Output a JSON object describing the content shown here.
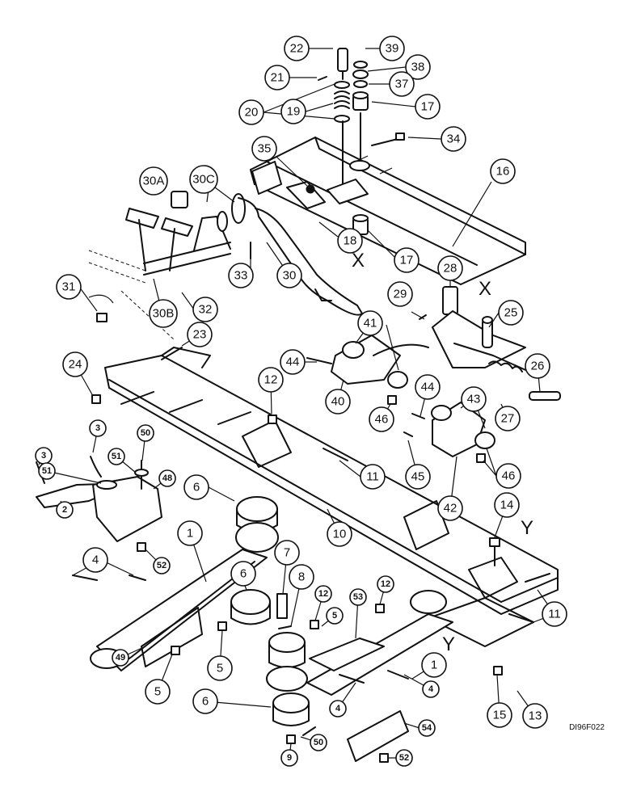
{
  "figure": {
    "code": "DI96F022",
    "markers": [
      "X",
      "X",
      "Y",
      "Y"
    ]
  },
  "callouts": [
    {
      "label": "22"
    },
    {
      "label": "39"
    },
    {
      "label": "21"
    },
    {
      "label": "38"
    },
    {
      "label": "20"
    },
    {
      "label": "37"
    },
    {
      "label": "19"
    },
    {
      "label": "17"
    },
    {
      "label": "34"
    },
    {
      "label": "35"
    },
    {
      "label": "16"
    },
    {
      "label": "30A"
    },
    {
      "label": "30C"
    },
    {
      "label": "18"
    },
    {
      "label": "17"
    },
    {
      "label": "30"
    },
    {
      "label": "33"
    },
    {
      "label": "28"
    },
    {
      "label": "31"
    },
    {
      "label": "30B"
    },
    {
      "label": "32"
    },
    {
      "label": "29"
    },
    {
      "label": "25"
    },
    {
      "label": "41"
    },
    {
      "label": "23"
    },
    {
      "label": "44"
    },
    {
      "label": "24"
    },
    {
      "label": "12"
    },
    {
      "label": "26"
    },
    {
      "label": "40"
    },
    {
      "label": "46"
    },
    {
      "label": "44"
    },
    {
      "label": "43"
    },
    {
      "label": "27"
    },
    {
      "label": "11"
    },
    {
      "label": "45"
    },
    {
      "label": "46"
    },
    {
      "label": "42"
    },
    {
      "label": "3"
    },
    {
      "label": "50"
    },
    {
      "label": "3"
    },
    {
      "label": "51"
    },
    {
      "label": "48"
    },
    {
      "label": "6"
    },
    {
      "label": "51"
    },
    {
      "label": "14"
    },
    {
      "label": "2"
    },
    {
      "label": "10"
    },
    {
      "label": "1"
    },
    {
      "label": "52"
    },
    {
      "label": "4"
    },
    {
      "label": "7"
    },
    {
      "label": "8"
    },
    {
      "label": "6"
    },
    {
      "label": "11"
    },
    {
      "label": "12"
    },
    {
      "label": "53"
    },
    {
      "label": "12"
    },
    {
      "label": "5"
    },
    {
      "label": "49"
    },
    {
      "label": "5"
    },
    {
      "label": "5"
    },
    {
      "label": "1"
    },
    {
      "label": "4"
    },
    {
      "label": "15"
    },
    {
      "label": "13"
    },
    {
      "label": "4"
    },
    {
      "label": "6"
    },
    {
      "label": "54"
    },
    {
      "label": "50"
    },
    {
      "label": "9"
    },
    {
      "label": "52"
    }
  ]
}
